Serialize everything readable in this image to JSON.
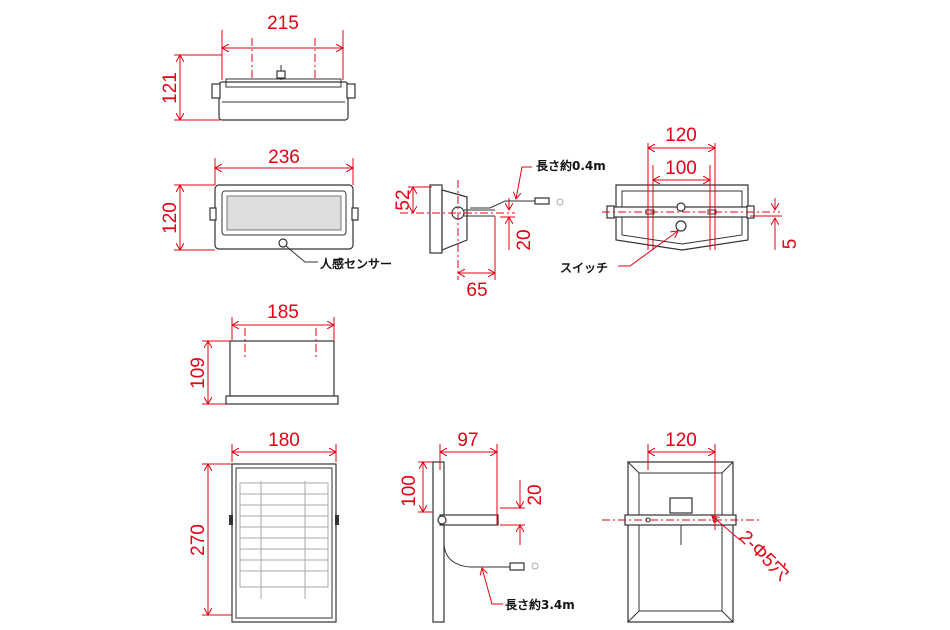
{
  "dimensions": {
    "top_width": "215",
    "top_height": "121",
    "front_width": "236",
    "front_height": "120",
    "side_height": "52",
    "side_offset": "20",
    "side_depth": "65",
    "back_outer": "120",
    "back_inner": "100",
    "back_offset": "5",
    "panel_top_width": "185",
    "panel_top_height": "109",
    "panel_width": "180",
    "panel_height": "270",
    "panel_side_depth": "97",
    "panel_side_height": "100",
    "panel_side_offset": "20",
    "panel_back_width": "120",
    "panel_holes": "2-Φ5穴"
  },
  "labels": {
    "sensor": "人感センサー",
    "cable_short": "長さ約0.4m",
    "switch": "スイッチ",
    "cable_long": "長さ約3.4m"
  },
  "colors": {
    "dimension": "#e60012",
    "outline": "#333333"
  }
}
